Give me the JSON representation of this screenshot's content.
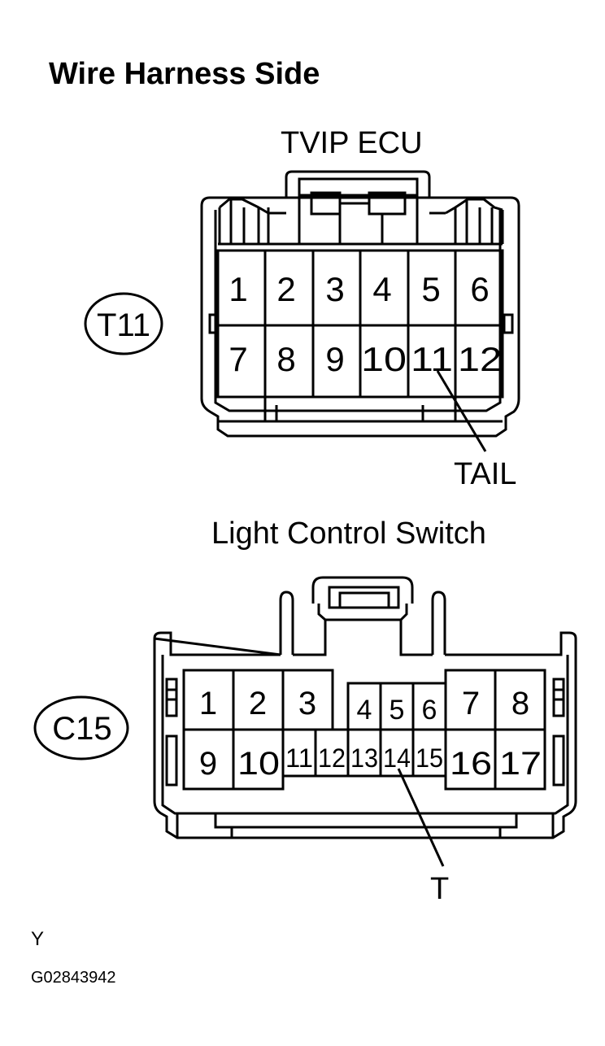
{
  "title": "Wire Harness Side",
  "connectors": [
    {
      "name": "TVIP ECU",
      "code": "T11",
      "terminals": [
        "1",
        "2",
        "3",
        "4",
        "5",
        "6",
        "7",
        "8",
        "9",
        "10",
        "11",
        "12"
      ],
      "callout": {
        "terminal": "11",
        "label": "TAIL"
      }
    },
    {
      "name": "Light Control Switch",
      "code": "C15",
      "terminals": [
        "1",
        "2",
        "3",
        "4",
        "5",
        "6",
        "7",
        "8",
        "9",
        "10",
        "11",
        "12",
        "13",
        "14",
        "15",
        "16",
        "17"
      ],
      "callout": {
        "terminal": "14",
        "label": "T"
      }
    }
  ],
  "footer": {
    "letter": "Y",
    "figure_id": "G02843942"
  }
}
